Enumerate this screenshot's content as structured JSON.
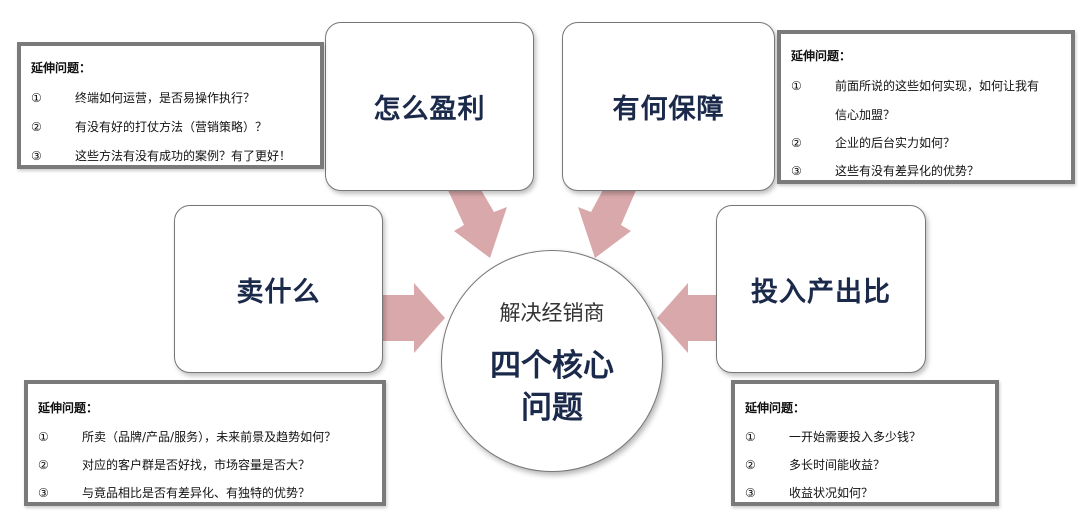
{
  "center": {
    "subtitle": "解决经销商",
    "title_line1": "四个核心",
    "title_line2": "问题"
  },
  "boxes": {
    "profit": "怎么盈利",
    "guarantee": "有何保障",
    "sell": "卖什么",
    "roi": "投入产出比"
  },
  "questions": {
    "profit": {
      "title": "延伸问题：",
      "items": [
        {
          "num": "①",
          "text": "终端如何运营，是否易操作执行？"
        },
        {
          "num": "②",
          "text": "有没有好的打仗方法（营销策略）？"
        },
        {
          "num": "③",
          "text": "这些方法有没有成功的案例？有了更好！"
        }
      ]
    },
    "guarantee": {
      "title": "延伸问题：",
      "items": [
        {
          "num": "①",
          "text": "前面所说的这些如何实现，如何让我有",
          "cont": "信心加盟？"
        },
        {
          "num": "②",
          "text": "企业的后台实力如何？"
        },
        {
          "num": "③",
          "text": "这些有没有差异化的优势？"
        }
      ]
    },
    "sell": {
      "title": "延伸问题：",
      "items": [
        {
          "num": "①",
          "text": "所卖（品牌/产品/服务），未来前景及趋势如何？"
        },
        {
          "num": "②",
          "text": "对应的客户群是否好找，市场容量是否大？"
        },
        {
          "num": "③",
          "text": "与竟品相比是否有差异化、有独特的优势？"
        }
      ]
    },
    "roi": {
      "title": "延伸问题：",
      "items": [
        {
          "num": "①",
          "text": "一开始需要投入多少钱？"
        },
        {
          "num": "②",
          "text": "多长时间能收益？"
        },
        {
          "num": "③",
          "text": "收益状况如何？"
        }
      ]
    }
  },
  "colors": {
    "arrow": "#d9a8aa",
    "label": "#1b2a4a",
    "question_border": "#7a7a7a"
  }
}
